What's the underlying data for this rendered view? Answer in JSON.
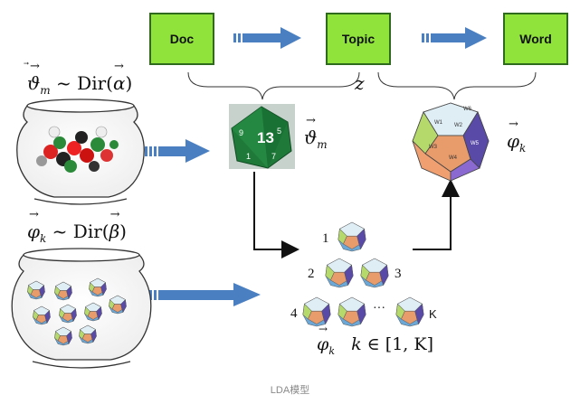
{
  "boxes": {
    "doc": "Doc",
    "topic": "Topic",
    "word": "Word"
  },
  "label_z": "z",
  "dirichlet_top": {
    "lhs": "ϑ",
    "lhs_sub": "m",
    "tilde": "~",
    "dir": "Dir(",
    "param": "α",
    "close": ")"
  },
  "dirichlet_bottom": {
    "lhs": "φ",
    "lhs_sub": "k",
    "tilde": "~",
    "dir": "Dir(",
    "param": "β",
    "close": ")"
  },
  "theta_label": {
    "sym": "ϑ",
    "sub": "m"
  },
  "phi_label": {
    "sym": "φ",
    "sub": "k"
  },
  "topic_dice_numbers": [
    "1",
    "2",
    "3",
    "4",
    "K"
  ],
  "topic_dice_ellipsis": "···",
  "range_label": {
    "sym": "φ",
    "sub": "k",
    "k": "k",
    "in": "∈",
    "range": "[1, K]"
  },
  "d20_face": "13",
  "word_die_faces": [
    "W1",
    "W2",
    "W3",
    "W4",
    "W5",
    "W6"
  ],
  "caption": "LDA模型",
  "colors": {
    "box_fill": "#8fe33a",
    "arrow": "#4a7fc1",
    "d20": "#1f7a3a"
  }
}
